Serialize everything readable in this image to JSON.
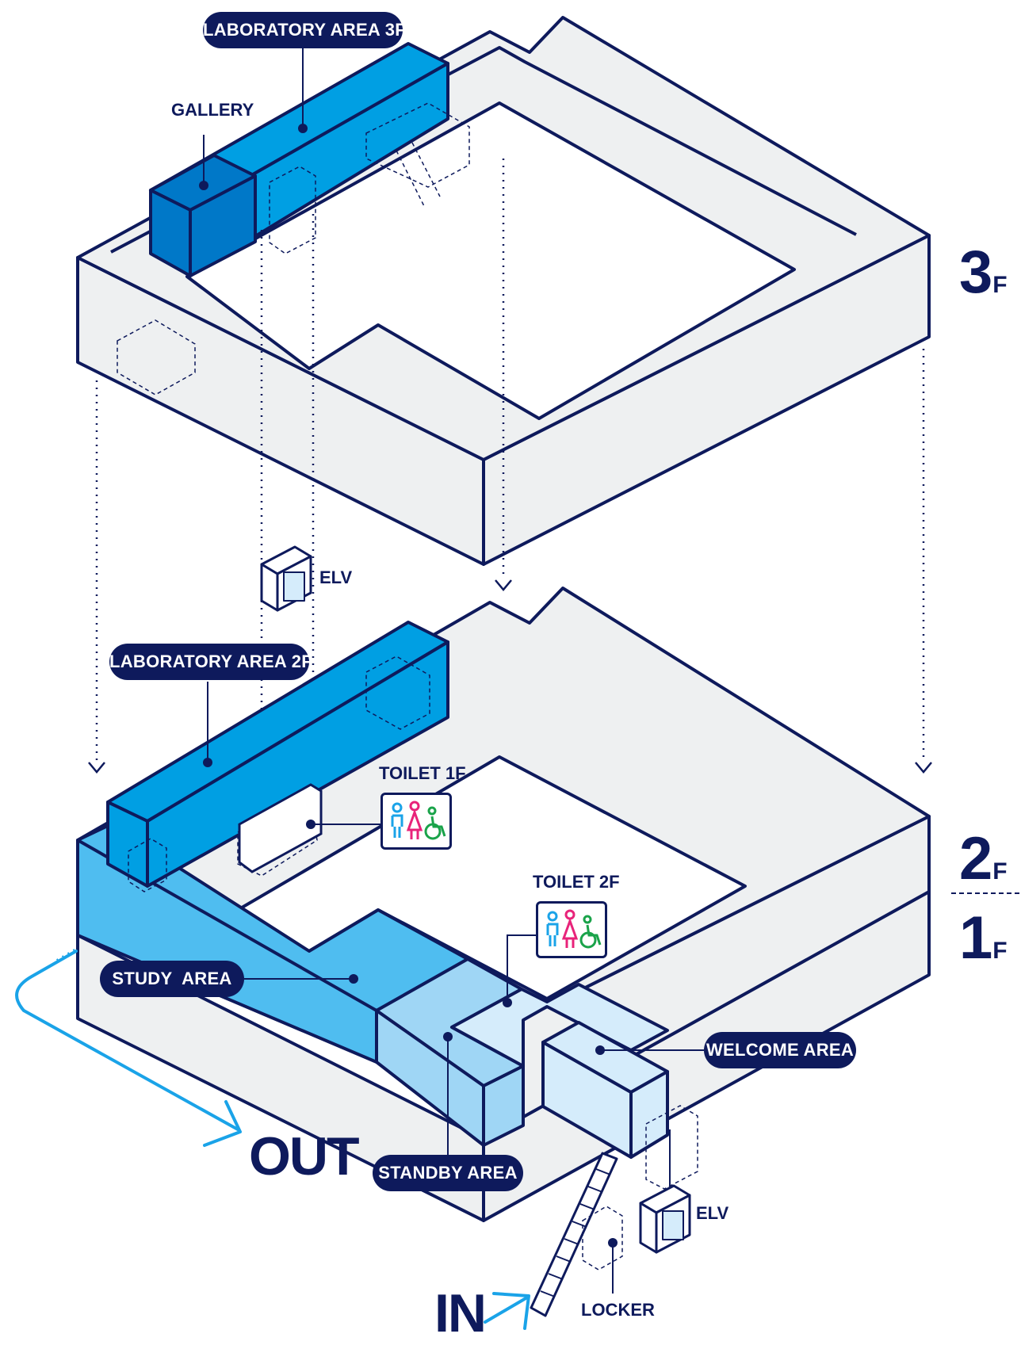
{
  "labels": {
    "lab3f": "LABORATORY AREA 3F",
    "gallery": "GALLERY",
    "lab2f": "LABORATORY AREA 2F",
    "elv_top": "ELV",
    "toilet1f": "TOILET 1F",
    "toilet2f": "TOILET 2F",
    "study": "STUDY  AREA",
    "welcome": "WELCOME AREA",
    "standby": "STANDBY AREA",
    "elv_bottom": "ELV",
    "locker": "LOCKER"
  },
  "floors": {
    "f3": {
      "num": "3",
      "suffix": "F"
    },
    "f2": {
      "num": "2",
      "suffix": "F"
    },
    "f1": {
      "num": "1",
      "suffix": "F"
    }
  },
  "flow": {
    "out": "OUT",
    "in": "IN"
  },
  "icons": [
    "elevator-icon",
    "toilet-male-icon",
    "toilet-female-icon",
    "wheelchair-icon",
    "stairs-icon",
    "arrow-icon"
  ],
  "colors": {
    "navy": "#0e1a5c",
    "lab": "#009fe3",
    "lab_dark": "#0078c8",
    "study": "#4fbdf0",
    "standby": "#9fd6f5",
    "welcome": "#d5ecfb",
    "wall": "#eef0f1",
    "arrow": "#1aa3e8"
  }
}
